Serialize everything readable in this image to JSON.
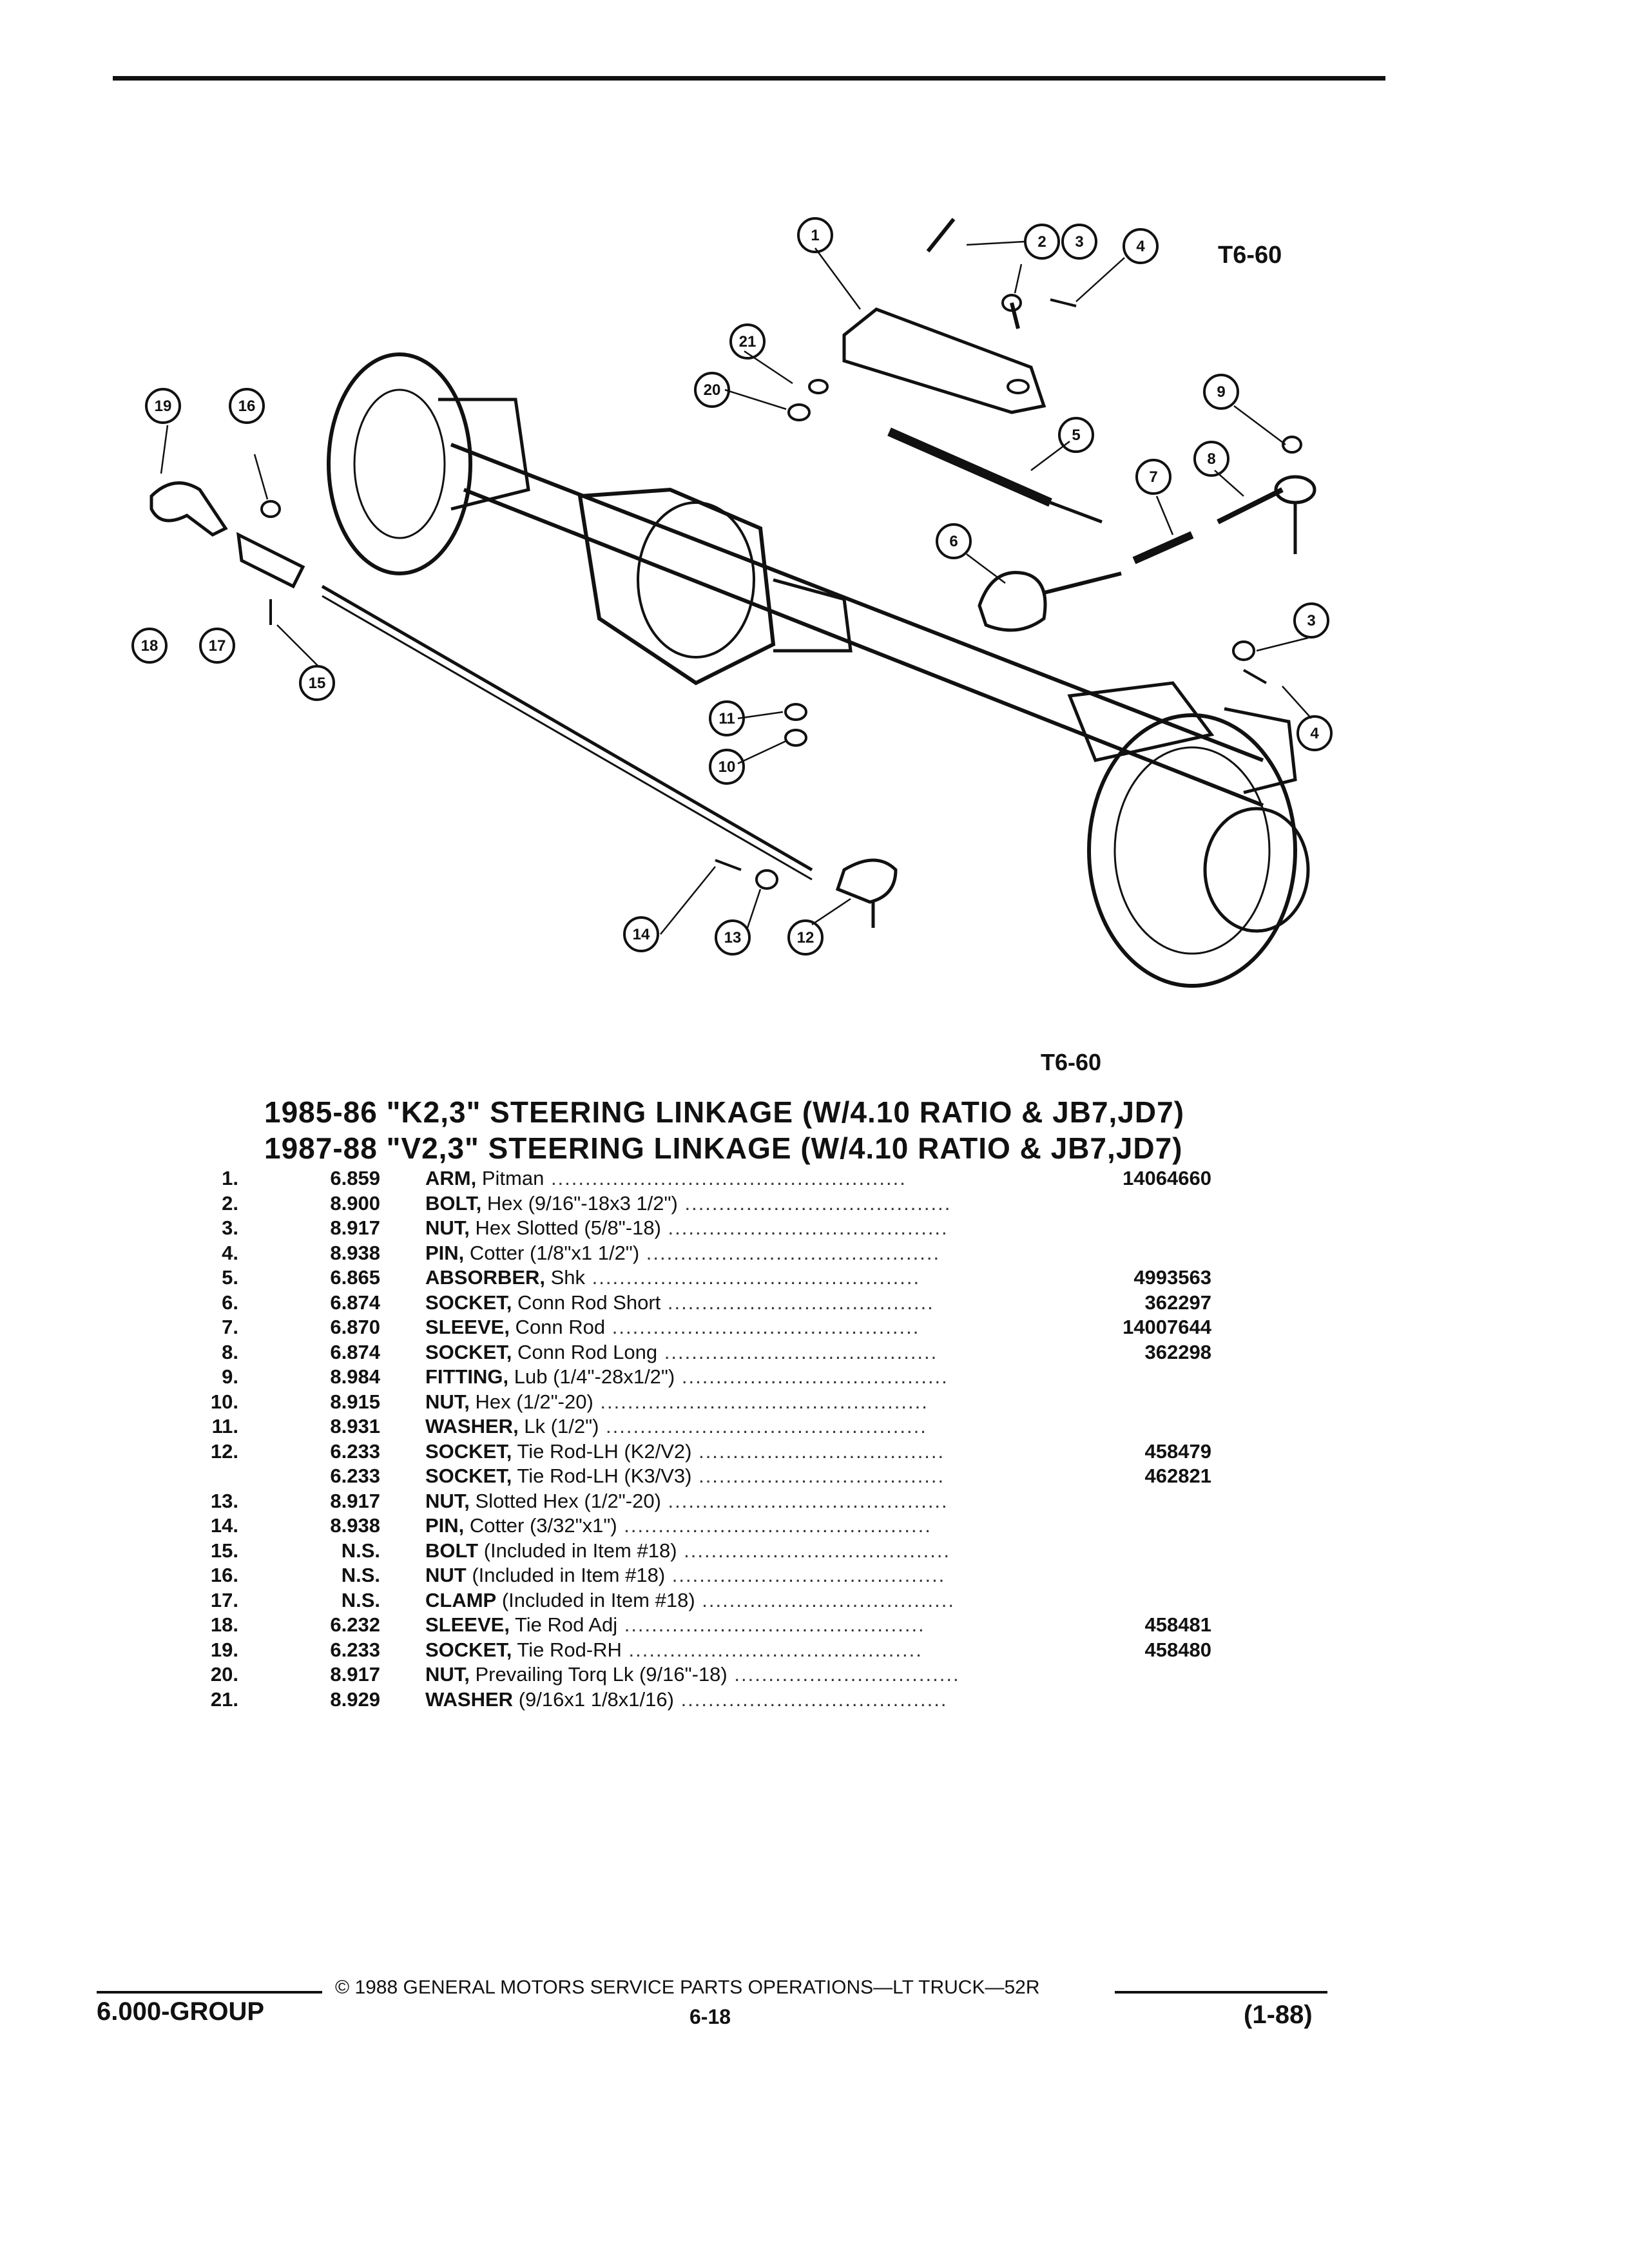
{
  "figure": {
    "tag_top": "T6-60",
    "tag_bottom": "T6-60",
    "callouts": [
      "1",
      "2",
      "3",
      "4",
      "5",
      "6",
      "7",
      "8",
      "9",
      "10",
      "11",
      "12",
      "13",
      "14",
      "15",
      "16",
      "17",
      "18",
      "19",
      "20",
      "21",
      "3",
      "4"
    ]
  },
  "titles": [
    "1985-86 \"K2,3\" STEERING LINKAGE (W/4.10 RATIO & JB7,JD7)",
    "1987-88 \"V2,3\" STEERING LINKAGE (W/4.10 RATIO & JB7,JD7)"
  ],
  "parts": [
    {
      "num": "1.",
      "grp": "6.859",
      "name": "ARM,",
      "desc": " Pitman",
      "pn": "14064660"
    },
    {
      "num": "2.",
      "grp": "8.900",
      "name": "BOLT,",
      "desc": " Hex (9/16\"-18x3 1/2\")",
      "pn": ""
    },
    {
      "num": "3.",
      "grp": "8.917",
      "name": "NUT,",
      "desc": " Hex Slotted (5/8\"-18)",
      "pn": ""
    },
    {
      "num": "4.",
      "grp": "8.938",
      "name": "PIN,",
      "desc": " Cotter (1/8\"x1 1/2\")",
      "pn": ""
    },
    {
      "num": "5.",
      "grp": "6.865",
      "name": "ABSORBER,",
      "desc": " Shk",
      "pn": "4993563"
    },
    {
      "num": "6.",
      "grp": "6.874",
      "name": "SOCKET,",
      "desc": " Conn Rod Short",
      "pn": "362297"
    },
    {
      "num": "7.",
      "grp": "6.870",
      "name": "SLEEVE,",
      "desc": " Conn Rod",
      "pn": "14007644"
    },
    {
      "num": "8.",
      "grp": "6.874",
      "name": "SOCKET,",
      "desc": " Conn Rod Long",
      "pn": "362298"
    },
    {
      "num": "9.",
      "grp": "8.984",
      "name": "FITTING,",
      "desc": " Lub (1/4\"-28x1/2\")",
      "pn": ""
    },
    {
      "num": "10.",
      "grp": "8.915",
      "name": "NUT,",
      "desc": " Hex (1/2\"-20)",
      "pn": ""
    },
    {
      "num": "11.",
      "grp": "8.931",
      "name": "WASHER,",
      "desc": " Lk (1/2\")",
      "pn": ""
    },
    {
      "num": "12.",
      "grp": "6.233",
      "name": "SOCKET,",
      "desc": " Tie Rod-LH (K2/V2)",
      "pn": "458479"
    },
    {
      "num": "",
      "grp": "6.233",
      "name": "SOCKET,",
      "desc": " Tie Rod-LH (K3/V3)",
      "pn": "462821"
    },
    {
      "num": "13.",
      "grp": "8.917",
      "name": "NUT,",
      "desc": " Slotted Hex (1/2\"-20)",
      "pn": ""
    },
    {
      "num": "14.",
      "grp": "8.938",
      "name": "PIN,",
      "desc": " Cotter (3/32\"x1\")",
      "pn": ""
    },
    {
      "num": "15.",
      "grp": "N.S.",
      "name": "BOLT",
      "desc": " (Included in Item #18)",
      "pn": ""
    },
    {
      "num": "16.",
      "grp": "N.S.",
      "name": "NUT",
      "desc": " (Included in Item #18)",
      "pn": ""
    },
    {
      "num": "17.",
      "grp": "N.S.",
      "name": "CLAMP",
      "desc": " (Included in Item #18)",
      "pn": ""
    },
    {
      "num": "18.",
      "grp": "6.232",
      "name": "SLEEVE,",
      "desc": " Tie Rod Adj",
      "pn": "458481"
    },
    {
      "num": "19.",
      "grp": "6.233",
      "name": "SOCKET,",
      "desc": " Tie Rod-RH",
      "pn": "458480"
    },
    {
      "num": "20.",
      "grp": "8.917",
      "name": "NUT,",
      "desc": " Prevailing Torq Lk (9/16\"-18)",
      "pn": ""
    },
    {
      "num": "21.",
      "grp": "8.929",
      "name": "WASHER",
      "desc": " (9/16x1 1/8x1/16)",
      "pn": ""
    }
  ],
  "footer": {
    "group": "6.000-GROUP",
    "copyright": "© 1988 GENERAL MOTORS SERVICE PARTS OPERATIONS—LT TRUCK—52R",
    "page": "6-18",
    "date": "(1-88)"
  }
}
